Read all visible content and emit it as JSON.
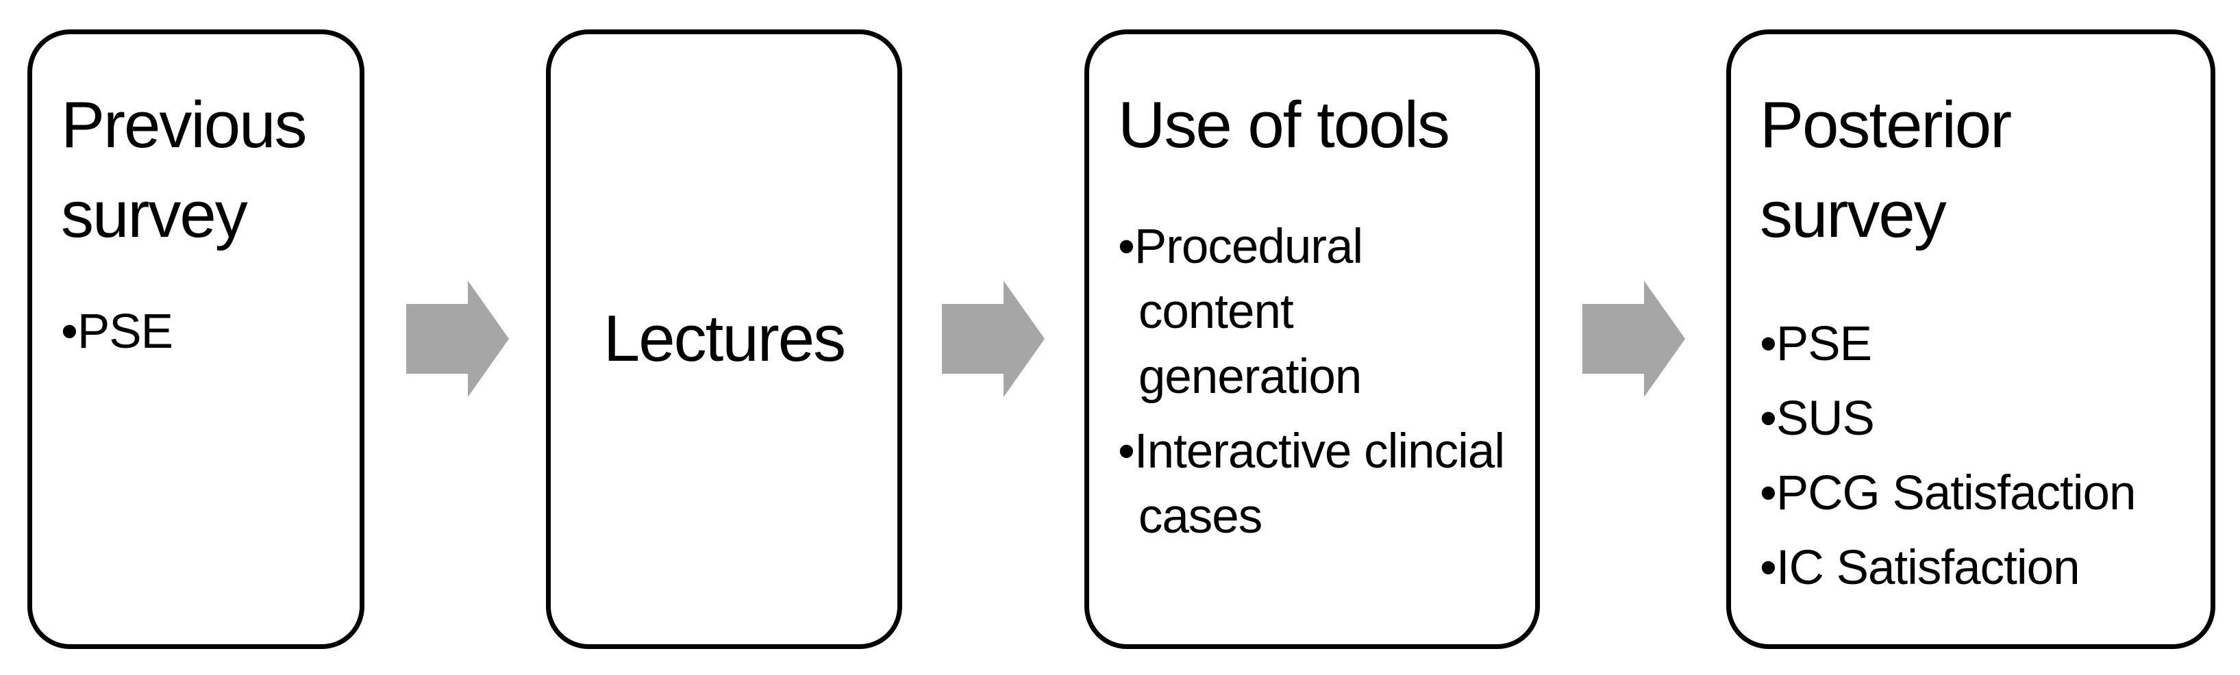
{
  "diagram": {
    "background_color": "#ffffff",
    "box_border_color": "#000000",
    "text_color": "#000000",
    "arrow_color": "#a6a6a6",
    "steps": [
      {
        "title": "Previous survey",
        "bullets": [
          "PSE"
        ]
      },
      {
        "title": "Lectures",
        "bullets": []
      },
      {
        "title": "Use of tools",
        "bullets": [
          "Procedural content generation",
          "Interactive clincial cases"
        ]
      },
      {
        "title": "Posterior survey",
        "bullets": [
          "PSE",
          "SUS",
          "PCG Satisfaction",
          "IC Satisfaction"
        ]
      }
    ]
  }
}
